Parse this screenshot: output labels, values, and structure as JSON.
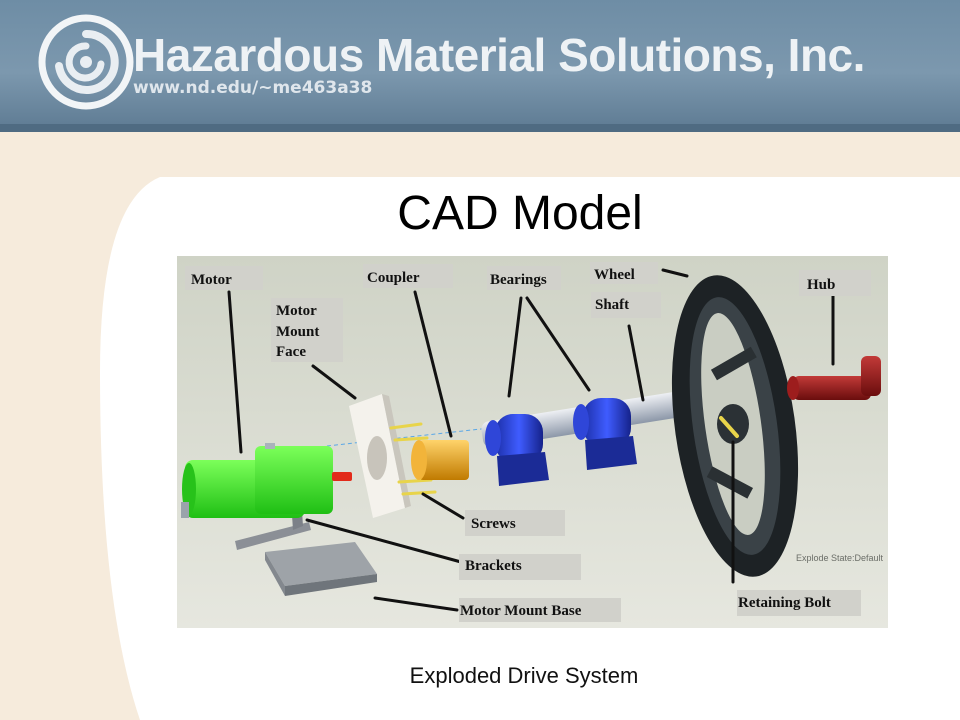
{
  "header": {
    "company": "Hazardous Material Solutions, Inc.",
    "url": "www.nd.edu/~me463a38"
  },
  "slide": {
    "title": "CAD Model",
    "caption": "Exploded Drive System"
  },
  "diagram": {
    "labels": {
      "motor": "Motor",
      "motor_mount_face_1": "Motor",
      "motor_mount_face_2": "Mount",
      "motor_mount_face_3": "Face",
      "coupler": "Coupler",
      "bearings": "Bearings",
      "wheel": "Wheel",
      "shaft": "Shaft",
      "hub": "Hub",
      "screws": "Screws",
      "brackets": "Brackets",
      "motor_mount_base": "Motor Mount Base",
      "retaining_bolt": "Retaining Bolt"
    },
    "watermark": "Explode State:Default"
  }
}
